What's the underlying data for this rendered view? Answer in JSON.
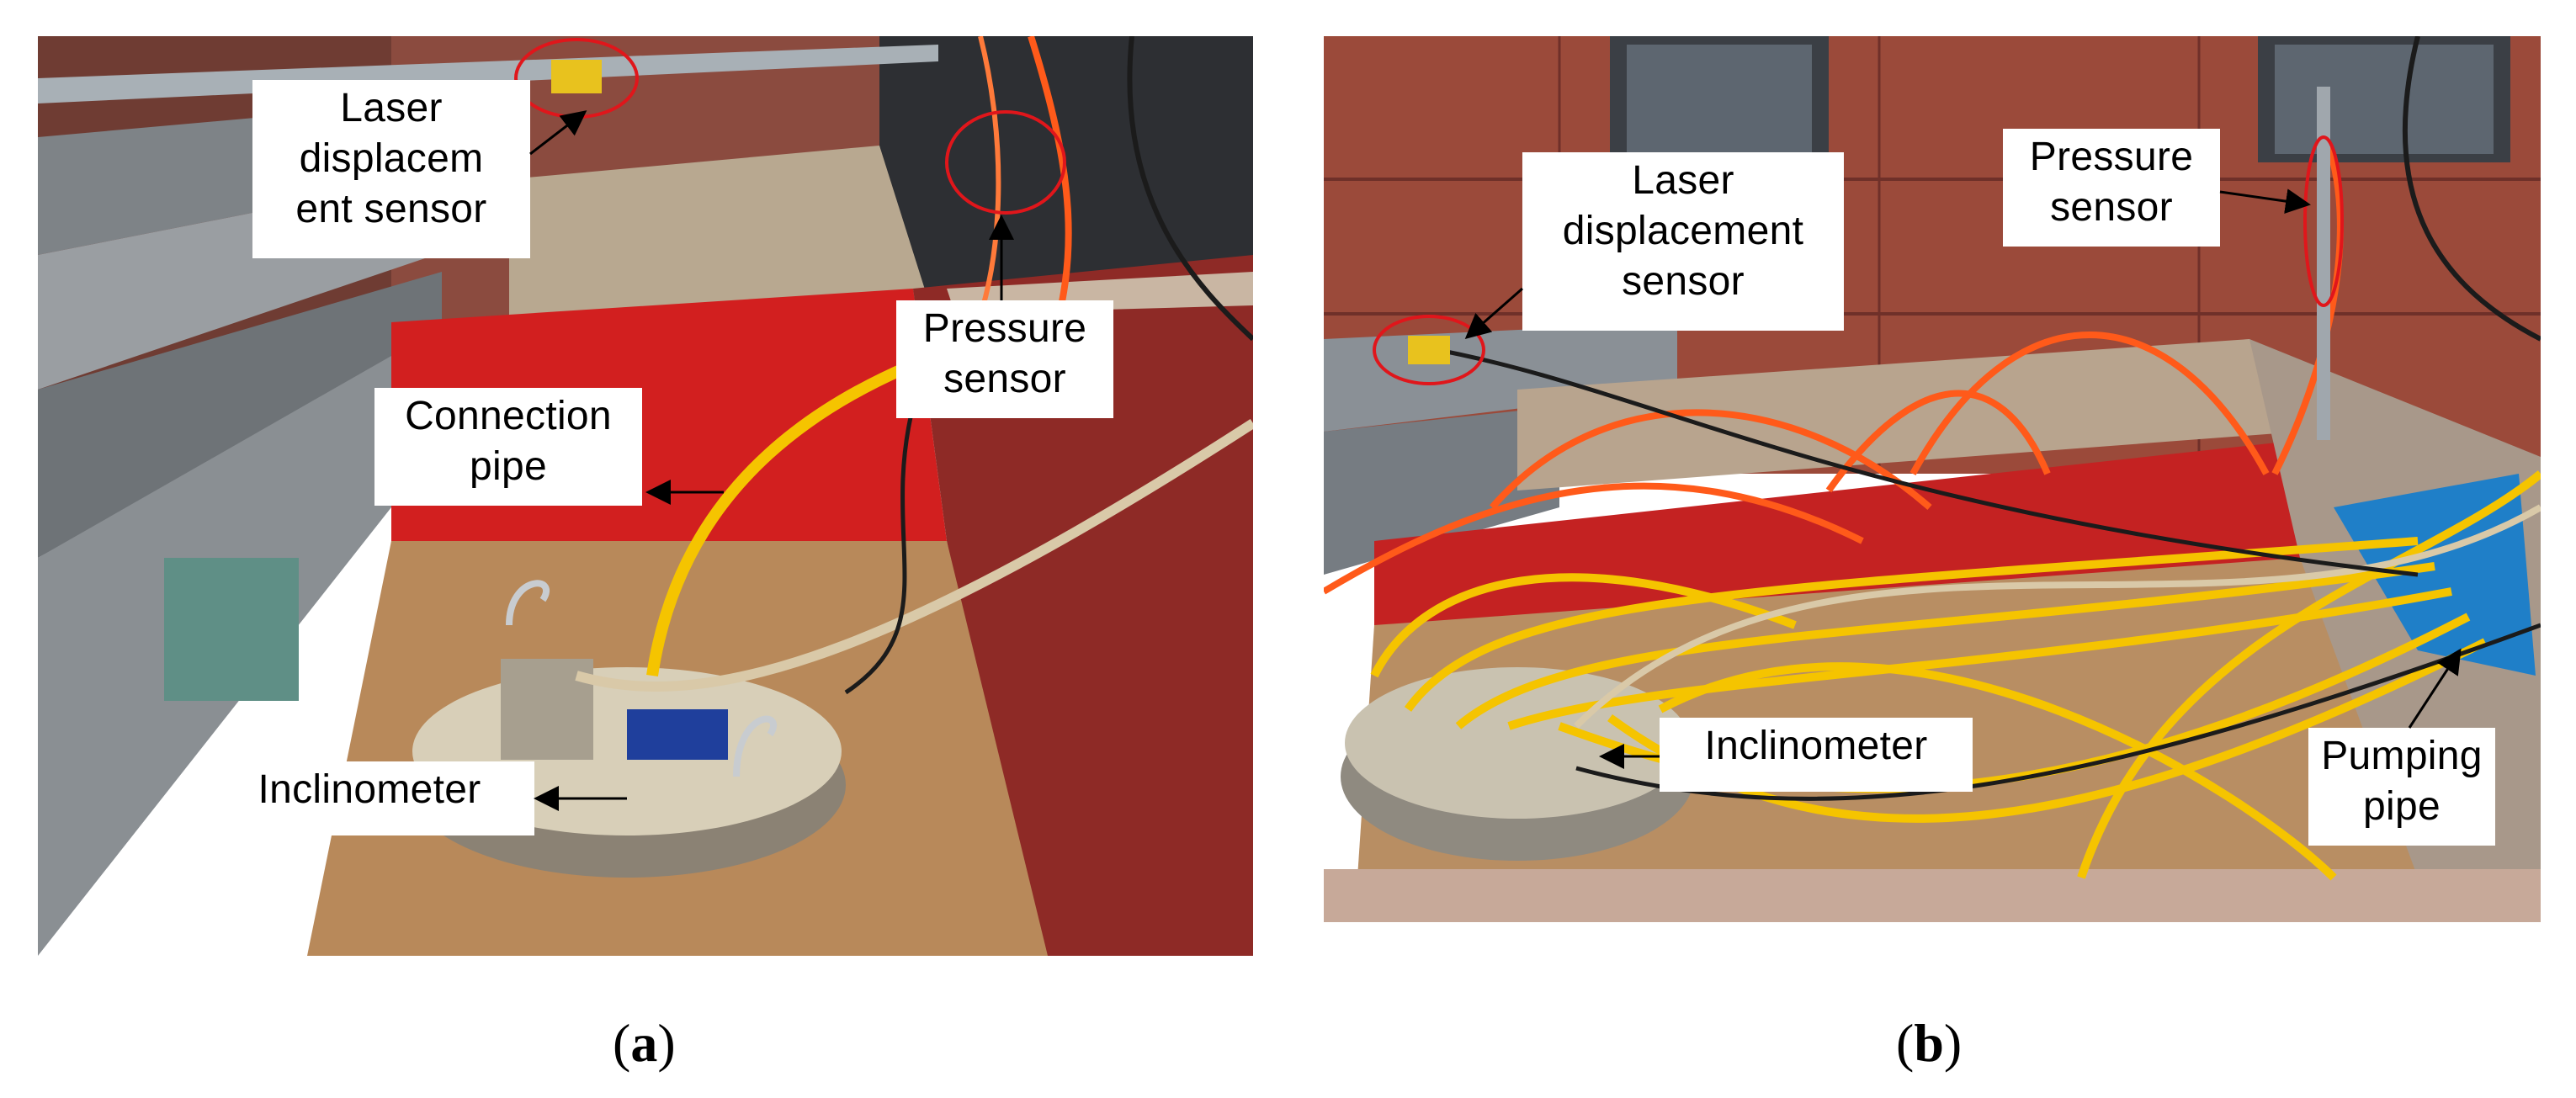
{
  "panels": {
    "a": {
      "labels": {
        "laser": "Laser\ndisplacem\nent sensor",
        "pressure": "Pressure\nsensor",
        "connection": "Connection\npipe",
        "inclinometer": "Inclinometer"
      },
      "caption": {
        "open": "(",
        "letter": "a",
        "close": ")"
      }
    },
    "b": {
      "labels": {
        "laser": "Laser\ndisplacement\nsensor",
        "pressure": "Pressure\nsensor",
        "inclinometer": "Inclinometer",
        "pumping": "Pumping\npipe"
      },
      "caption": {
        "open": "(",
        "letter": "b",
        "close": ")"
      }
    }
  },
  "colors": {
    "wall_brick": "#9b4a3a",
    "tank_red": "#d21f1f",
    "water": "#b8895a",
    "yellow_tube": "#f5c400",
    "orange_tube": "#ff5a1a",
    "steel": "#8f9296",
    "highlight_ring": "#e0161b"
  }
}
